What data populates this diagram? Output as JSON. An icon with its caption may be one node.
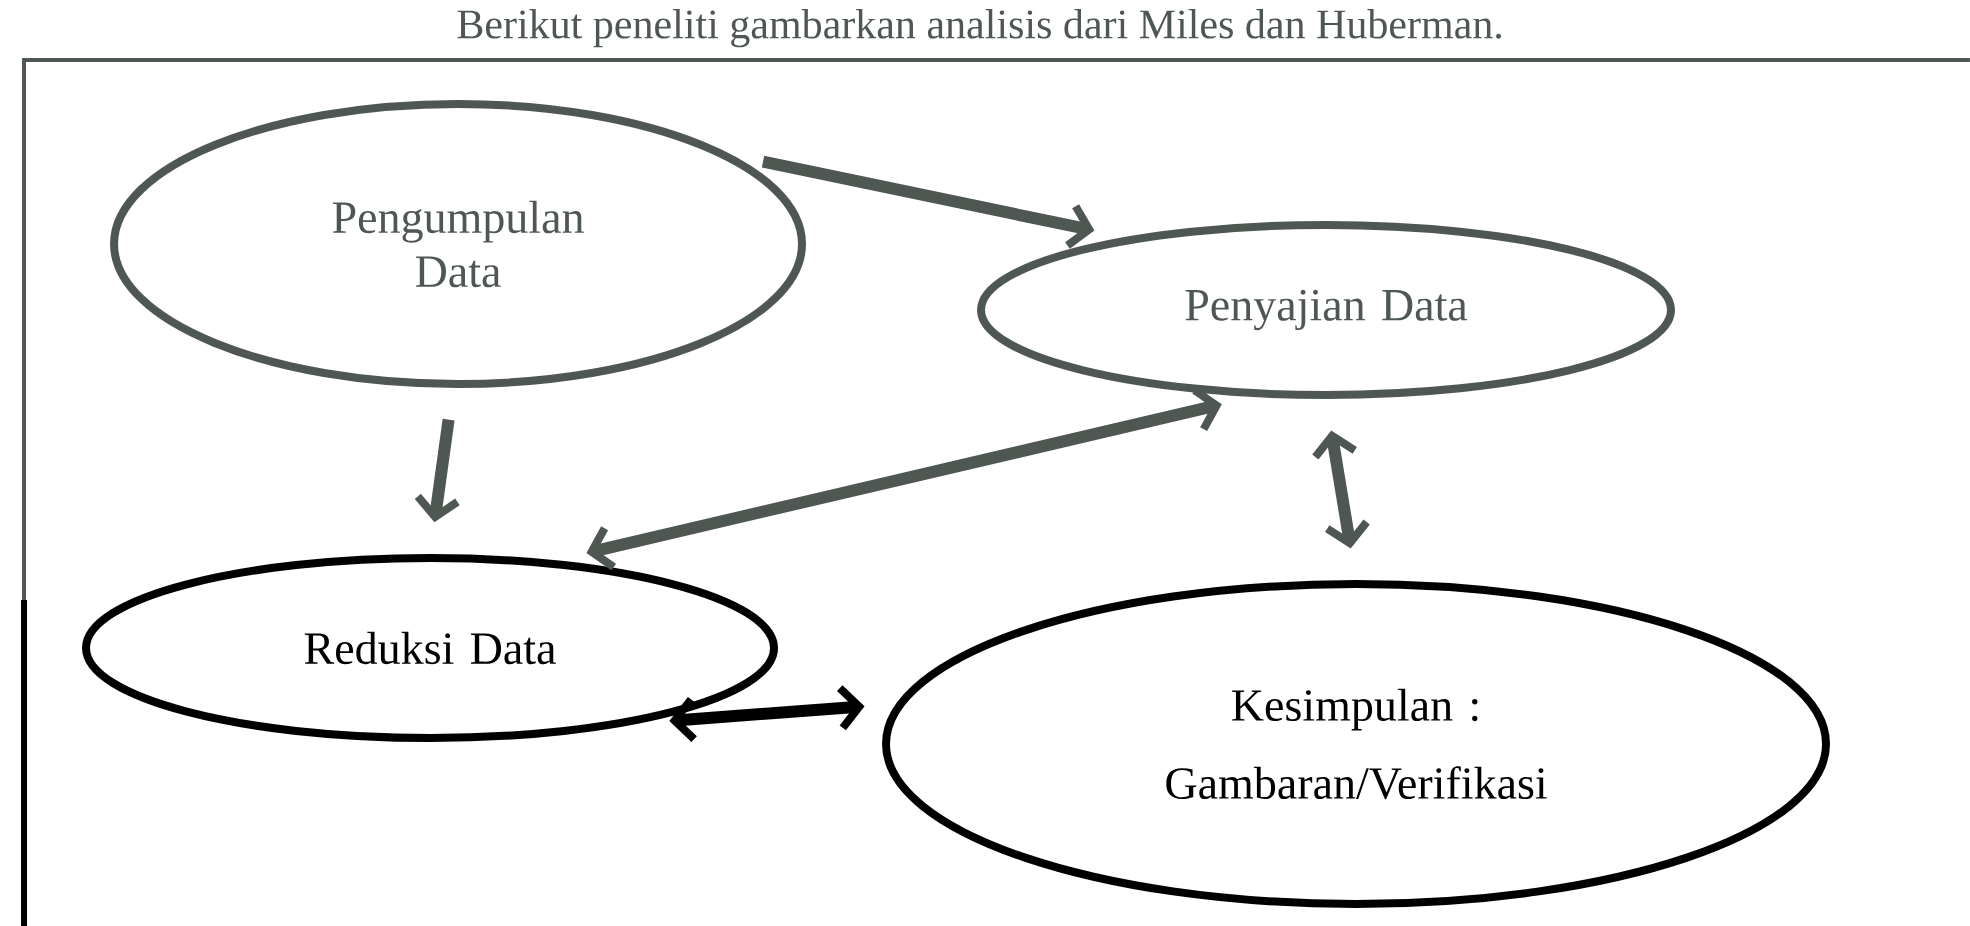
{
  "diagram": {
    "nodes": [
      {
        "text": [
          "Pengumpulan Data"
        ]
      },
      {
        "text": [
          "Penyajian Data"
        ]
      },
      {
        "text": [
          "Reduksi Data"
        ]
      },
      {
        "text": [
          "Kesimpulan :",
          "Gambaran/Verifikasi"
        ]
      }
    ],
    "edges": [
      {
        "from": 0,
        "to": 1,
        "arrow": "to"
      },
      {
        "from": 0,
        "to": 2,
        "arrow": "to"
      },
      {
        "from": 2,
        "to": 1,
        "arrow": "both"
      },
      {
        "from": 1,
        "to": 3,
        "arrow": "both"
      },
      {
        "from": 2,
        "to": 3,
        "arrow": "both",
        "color": "#000000"
      }
    ],
    "labels": [
      "Berikut peneliti gambarkan analisis dari Miles dan Huberman."
    ]
  }
}
